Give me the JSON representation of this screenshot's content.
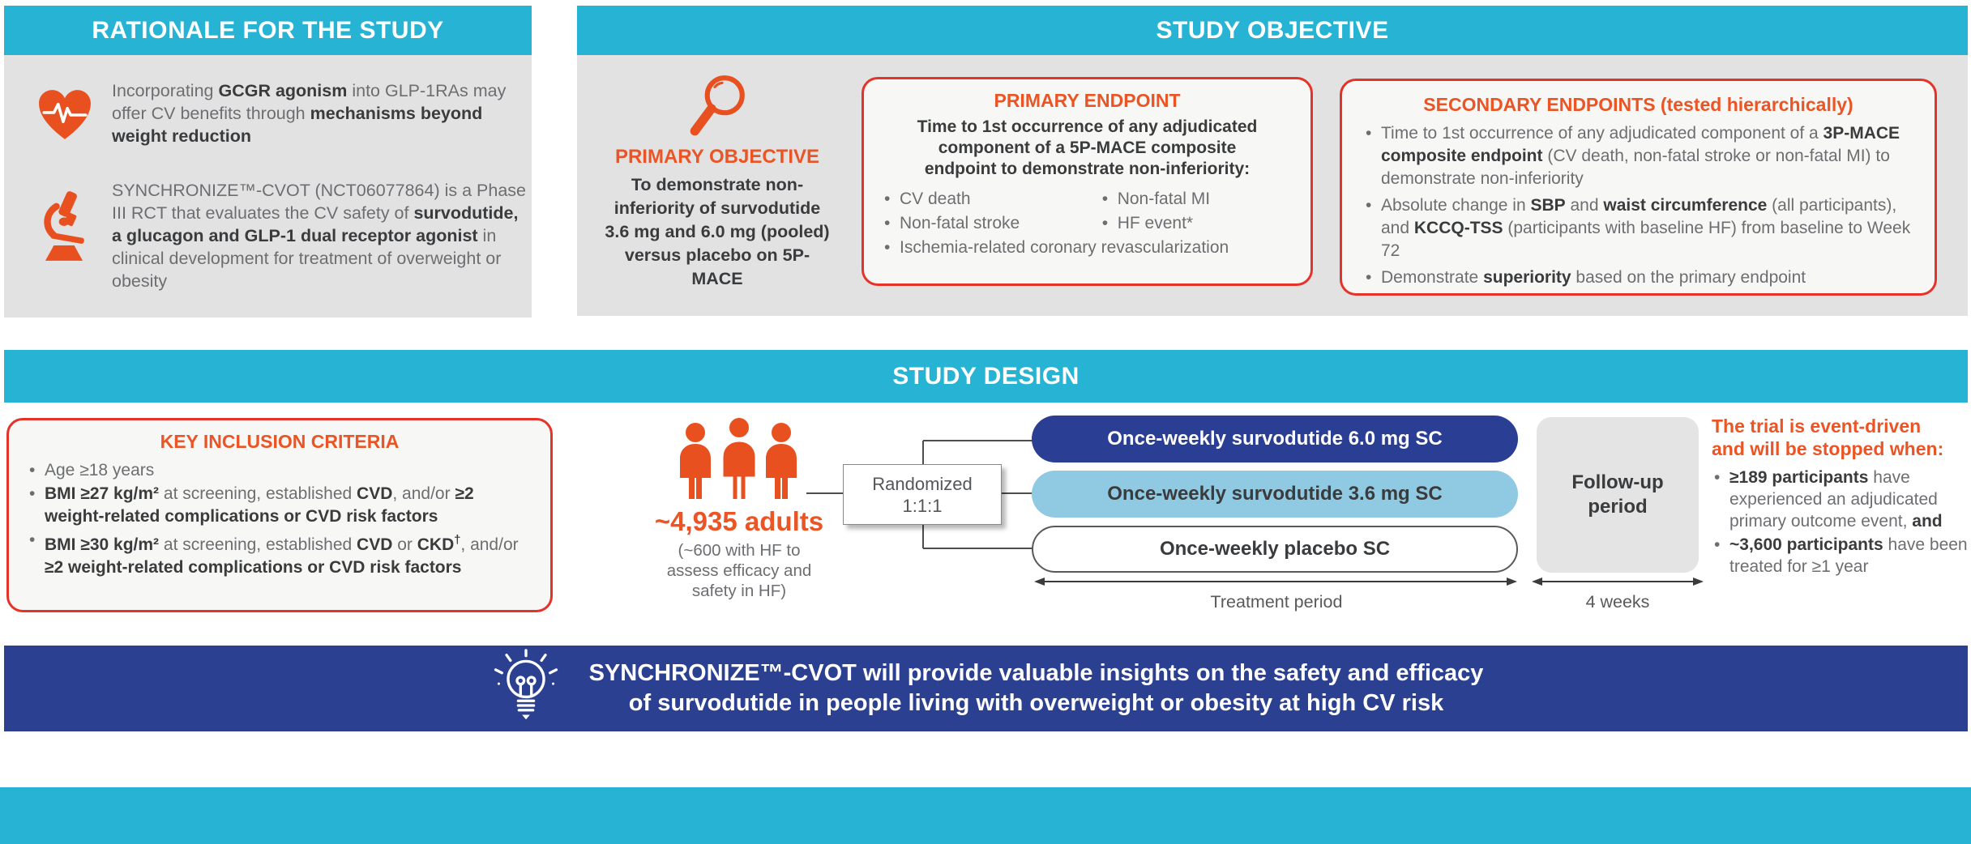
{
  "colors": {
    "cyan": "#26B3D4",
    "orange": "#EB5424",
    "icon_orange": "#E8501F",
    "red_border": "#E6332A",
    "gray_panel": "#E2E2E2",
    "navy_pill": "#2A3E94",
    "banner_navy": "#2B4090",
    "light_blue_pill": "#8FC9E2",
    "text_gray": "#6D6E71",
    "text_dark": "#3A3B3D"
  },
  "rationale": {
    "header": "RATIONALE FOR THE STUDY",
    "items": [
      {
        "icon": "heart-ecg",
        "runs": [
          {
            "t": "Incorporating "
          },
          {
            "t": "GCGR agonism",
            "b": true
          },
          {
            "t": " into GLP-1RAs may offer CV benefits through "
          },
          {
            "t": "mechanisms beyond weight reduction",
            "b": true
          }
        ]
      },
      {
        "icon": "microscope",
        "runs": [
          {
            "t": "SYNCHRONIZE™-CVOT (NCT06077864) is a Phase III RCT that evaluates the CV safety of "
          },
          {
            "t": "survodutide, a glucagon and GLP-1 dual receptor agonist",
            "b": true
          },
          {
            "t": " in clinical development for treatment of overweight or obesity"
          }
        ]
      }
    ]
  },
  "objective": {
    "header": "STUDY OBJECTIVE",
    "primary_objective": {
      "title": "PRIMARY OBJECTIVE",
      "body": "To demonstrate non-inferiority of survodutide 3.6 mg and 6.0 mg (pooled) versus placebo on 5P-MACE"
    },
    "primary_endpoint": {
      "title": "PRIMARY ENDPOINT",
      "body": "Time to 1st occurrence of any adjudicated component of a 5P-MACE composite endpoint to demonstrate non-inferiority:",
      "col1": [
        "CV death",
        "Non-fatal stroke"
      ],
      "col2": [
        "Non-fatal MI",
        "HF event*"
      ],
      "full": "Ischemia-related coronary revascularization"
    },
    "secondary_endpoints": {
      "title": "SECONDARY ENDPOINTS (tested hierarchically)",
      "bullets": [
        {
          "runs": [
            {
              "t": "Time to 1st occurrence of any adjudicated component of a "
            },
            {
              "t": "3P-MACE composite endpoint",
              "b": true
            },
            {
              "t": " (CV death, non-fatal stroke or non-fatal MI) to demonstrate non-inferiority"
            }
          ]
        },
        {
          "runs": [
            {
              "t": "Absolute change in "
            },
            {
              "t": "SBP",
              "b": true
            },
            {
              "t": " and "
            },
            {
              "t": "waist circumference",
              "b": true
            },
            {
              "t": " (all participants), and "
            },
            {
              "t": "KCCQ-TSS",
              "b": true
            },
            {
              "t": " (participants with baseline HF) from baseline to Week 72"
            }
          ]
        },
        {
          "runs": [
            {
              "t": "Demonstrate "
            },
            {
              "t": "superiority",
              "b": true
            },
            {
              "t": " based on the primary endpoint"
            }
          ]
        }
      ]
    }
  },
  "design": {
    "header": "STUDY DESIGN",
    "inclusion": {
      "title": "KEY INCLUSION CRITERIA",
      "bullets": [
        {
          "runs": [
            {
              "t": "Age ≥18 years"
            }
          ]
        },
        {
          "runs": [
            {
              "t": "BMI ≥27 kg/m²",
              "b": true
            },
            {
              "t": " at screening, established "
            },
            {
              "t": "CVD",
              "b": true
            },
            {
              "t": ", and/or "
            },
            {
              "t": "≥2 weight-related complications or CVD risk factors",
              "b": true
            }
          ]
        },
        {
          "runs": [
            {
              "t": "BMI ≥30 kg/m²",
              "b": true
            },
            {
              "t": " at screening, established "
            },
            {
              "t": "CVD",
              "b": true
            },
            {
              "t": " or "
            },
            {
              "t": "CKD",
              "b": true
            },
            {
              "t": "†",
              "b": true,
              "sup": true
            },
            {
              "t": ", and/or "
            },
            {
              "t": "≥2 weight-related complications or CVD risk factors",
              "b": true
            }
          ]
        }
      ]
    },
    "population": {
      "count": "~4,935 adults",
      "sub": "(~600 with HF to assess efficacy and safety in HF)"
    },
    "randomized": {
      "line1": "Randomized",
      "line2": "1:1:1"
    },
    "arms": [
      {
        "label": "Once-weekly survodutide 6.0 mg SC"
      },
      {
        "label": "Once-weekly survodutide 3.6 mg SC"
      },
      {
        "label": "Once-weekly placebo SC"
      }
    ],
    "treatment_period_label": "Treatment period",
    "followup": {
      "box_label": "Follow-up period",
      "duration_label": "4 weeks"
    },
    "stopping": {
      "title_line1": "The trial is event-driven",
      "title_line2": "and will be stopped when:",
      "bullets": [
        {
          "runs": [
            {
              "t": "≥189 participants",
              "b": true
            },
            {
              "t": " have experienced an adjudicated primary outcome event, "
            },
            {
              "t": "and",
              "b": true
            }
          ]
        },
        {
          "runs": [
            {
              "t": "~3,600 participants",
              "b": true
            },
            {
              "t": " have been treated for ≥1 year"
            }
          ]
        }
      ]
    }
  },
  "banner": {
    "line1": "SYNCHRONIZE™-CVOT will provide valuable insights on the safety and efficacy",
    "line2": "of survodutide in people living with overweight or obesity at high CV risk"
  }
}
